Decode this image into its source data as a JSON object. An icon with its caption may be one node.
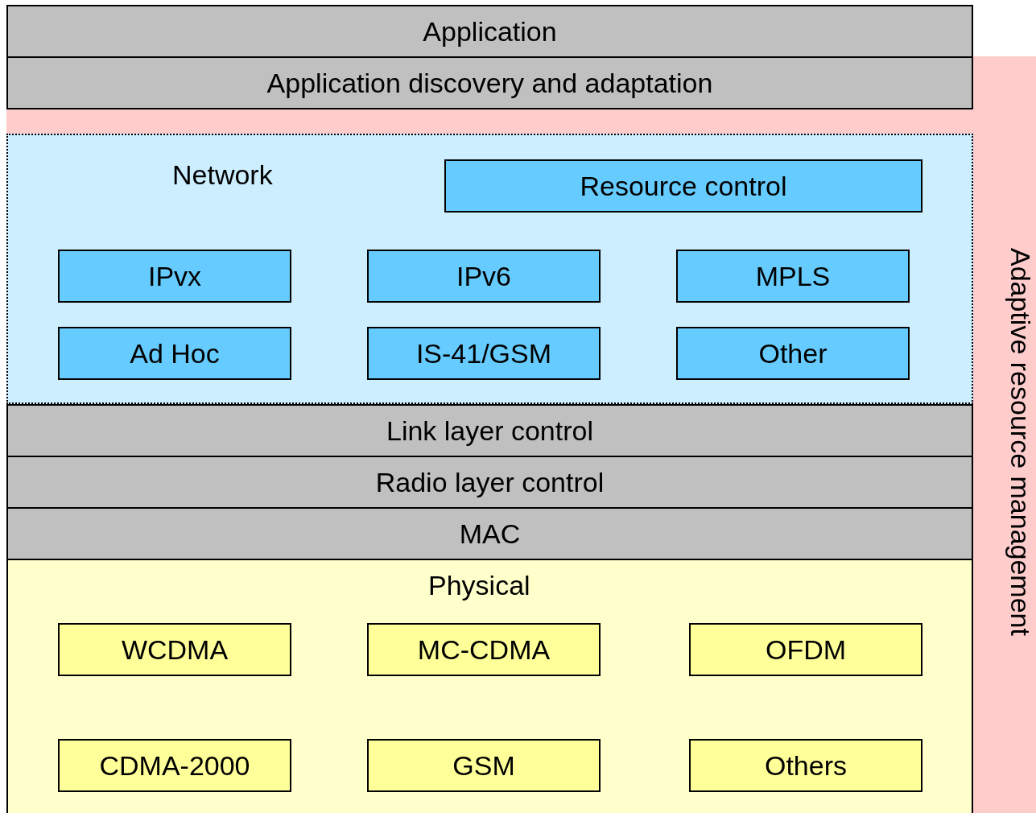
{
  "diagram": {
    "nodes": [
      {
        "text": [
          "Application"
        ]
      },
      {
        "text": [
          "Application discovery and adaptation"
        ]
      },
      {
        "text": [
          "Network"
        ]
      },
      {
        "text": [
          "Resource control"
        ],
        "in": 2
      },
      {
        "text": [
          "IPvx"
        ],
        "in": 2
      },
      {
        "text": [
          "IPv6"
        ],
        "in": 2
      },
      {
        "text": [
          "MPLS"
        ],
        "in": 2
      },
      {
        "text": [
          "Ad Hoc"
        ],
        "in": 2
      },
      {
        "text": [
          "IS-41/GSM"
        ],
        "in": 2
      },
      {
        "text": [
          "Other"
        ],
        "in": 2
      },
      {
        "text": [
          "Link layer control"
        ]
      },
      {
        "text": [
          "Radio layer control"
        ]
      },
      {
        "text": [
          "MAC"
        ]
      },
      {
        "text": [
          "Physical"
        ]
      },
      {
        "text": [
          "WCDMA"
        ],
        "in": 13
      },
      {
        "text": [
          "MC-CDMA"
        ],
        "in": 13
      },
      {
        "text": [
          "OFDM"
        ],
        "in": 13
      },
      {
        "text": [
          "CDMA-2000"
        ],
        "in": 13
      },
      {
        "text": [
          "GSM"
        ],
        "in": 13
      },
      {
        "text": [
          "Others"
        ],
        "in": 13
      },
      {
        "text": [
          "Adaptive resource management"
        ]
      }
    ]
  }
}
